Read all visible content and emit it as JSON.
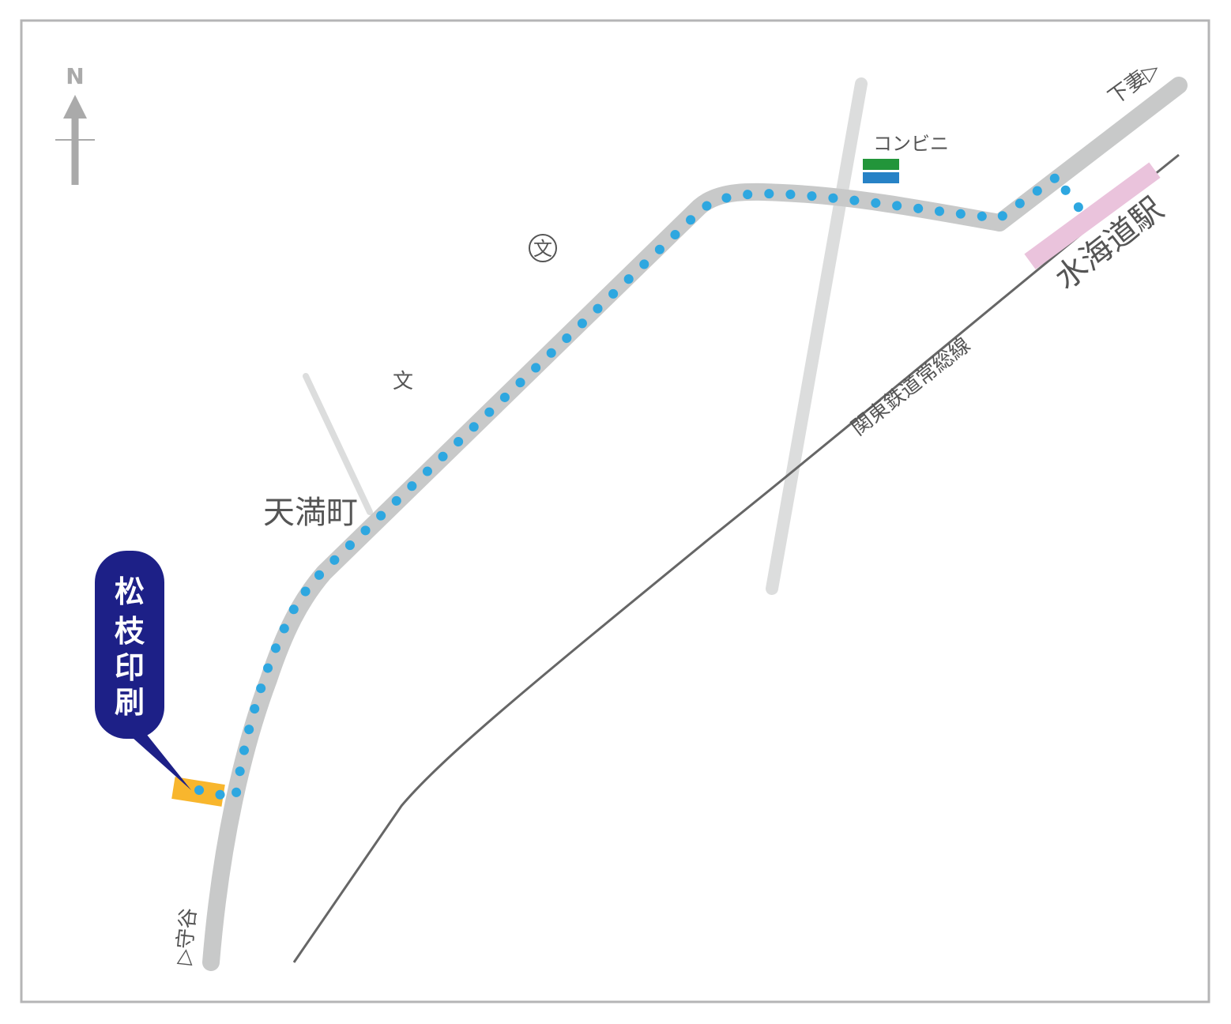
{
  "map": {
    "north_label": "N",
    "labels": {
      "convenience_store": "コンビニ",
      "school_circle": "文",
      "school": "文",
      "town": "天満町",
      "railway": "関東鉄道常総線",
      "station": "水海道駅",
      "to_shimotsuma": "下妻▷",
      "to_moriya": "▷守谷"
    },
    "destination": {
      "name_chars": [
        "松",
        "枝",
        "印",
        "刷"
      ]
    },
    "colors": {
      "road": "#c8c9c9",
      "minor_road": "#dcdddd",
      "railway": "#666666",
      "route_dots": "#2ea7e0",
      "station": "#eac3dc",
      "destination_building": "#f8b62d",
      "callout": "#1d2087",
      "store_stripe_top": "#22953a",
      "store_stripe_bottom": "#2782c6",
      "frame": "#b5b5b6",
      "north_arrow": "#aaaaaa"
    }
  }
}
